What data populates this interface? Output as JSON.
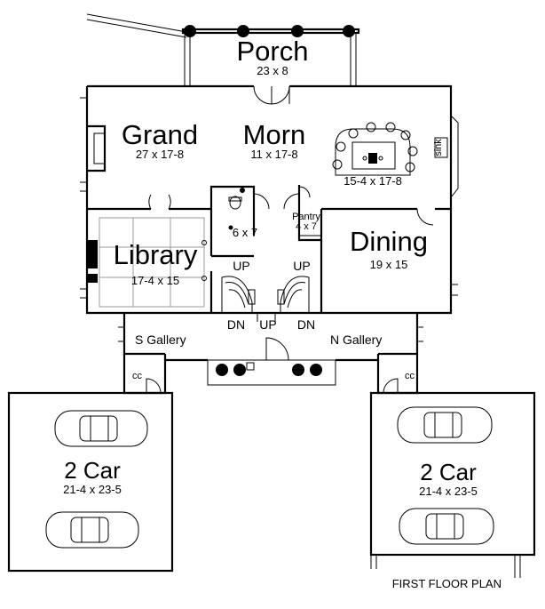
{
  "rooms": {
    "porch": {
      "name": "Porch",
      "size": "23 x 8"
    },
    "grand": {
      "name": "Grand",
      "size": "27 x 17-8"
    },
    "morn": {
      "name": "Morn",
      "size": "11 x 17-8"
    },
    "kitchen": {
      "size": "15-4 x 17-8",
      "sink_label": "sink"
    },
    "pantry": {
      "name": "Pantry",
      "size": "4 x 7"
    },
    "bath": {
      "size": "6 x 7"
    },
    "library": {
      "name": "Library",
      "size": "17-4 x 15"
    },
    "dining": {
      "name": "Dining",
      "size": "19 x 15"
    },
    "s_gallery": {
      "name": "S Gallery"
    },
    "n_gallery": {
      "name": "N Gallery"
    },
    "garage_left": {
      "name": "2 Car",
      "size": "21-4 x 23-5",
      "closet": "cc"
    },
    "garage_right": {
      "name": "2 Car",
      "size": "21-4 x 23-5",
      "closet": "cc"
    }
  },
  "stairs": {
    "up_left": "UP",
    "up_right": "UP",
    "dn_left": "DN",
    "up_center": "UP",
    "dn_right": "DN"
  },
  "caption": "FIRST FLOOR PLAN"
}
